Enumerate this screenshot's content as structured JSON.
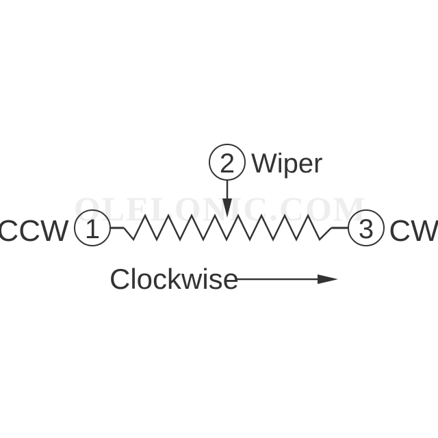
{
  "watermark": "OLELONIC.COM",
  "labels": {
    "ccw": "CCW",
    "cw": "CW",
    "wiper": "Wiper",
    "direction": "Clockwise"
  },
  "pins": {
    "left": "1",
    "wiper": "2",
    "right": "3"
  },
  "colors": {
    "ink": "#333333",
    "watermark": "#eeeeee",
    "background": "#ffffff"
  }
}
